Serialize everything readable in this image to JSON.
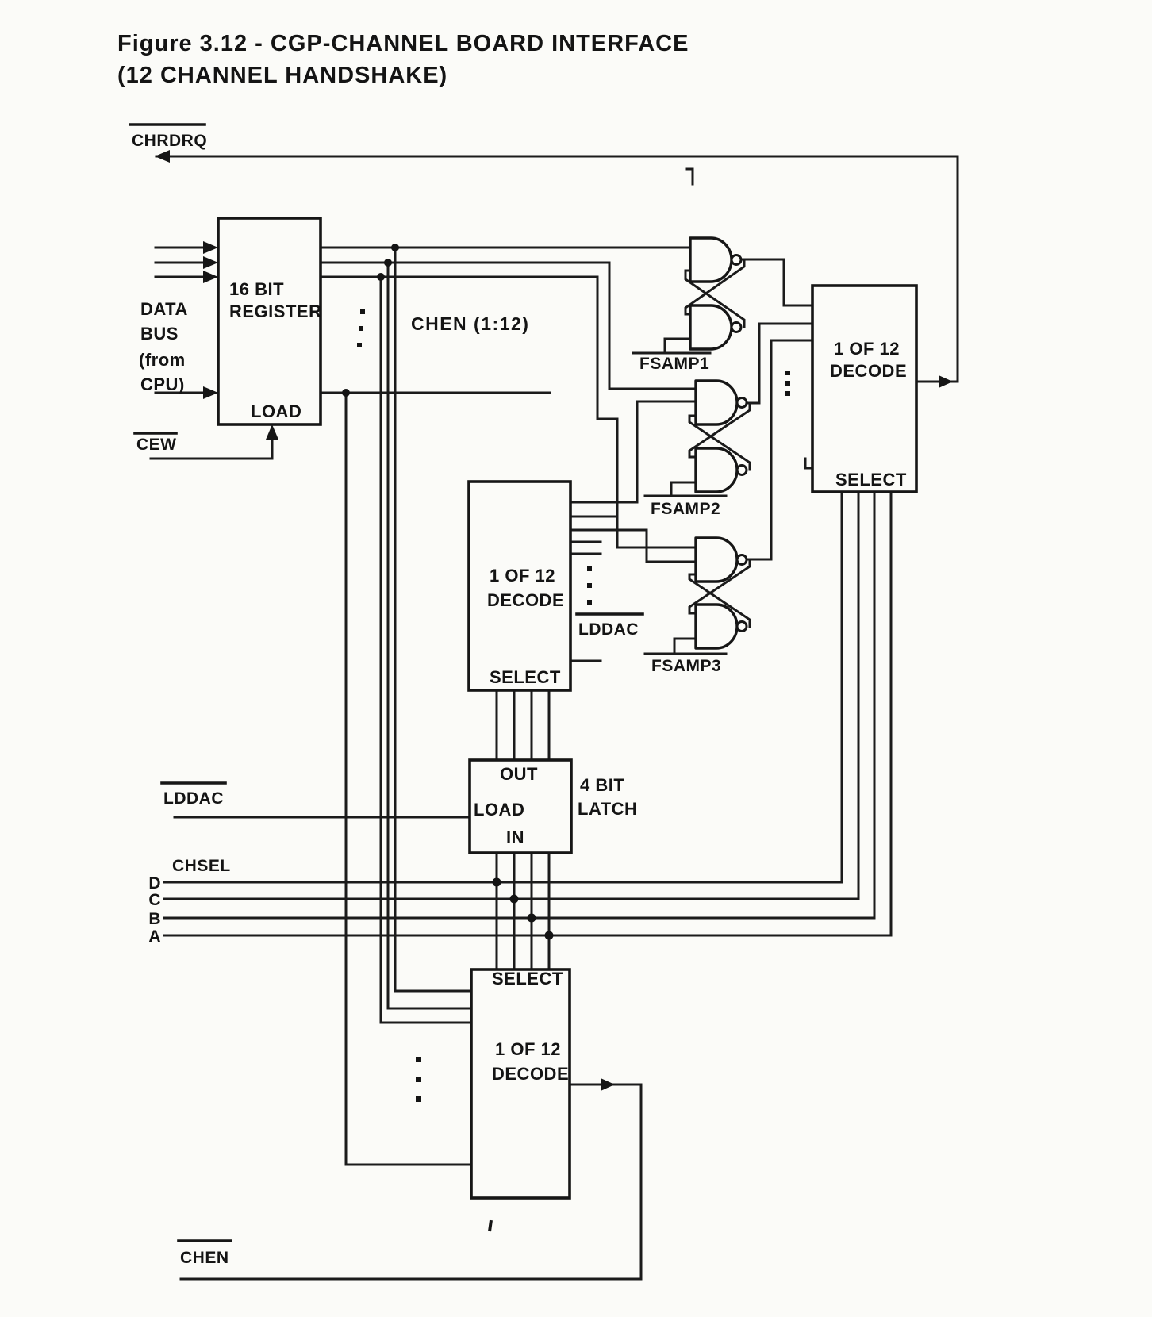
{
  "title": {
    "line1": "Figure 3.12 - CGP-CHANNEL BOARD INTERFACE",
    "line2": "(12 CHANNEL HANDSHAKE)"
  },
  "labels": {
    "chrdrq": "CHRDRQ",
    "cew": "CEW",
    "chen_bus": "CHEN (1:12)",
    "fsamp1": "FSAMP1",
    "fsamp2": "FSAMP2",
    "fsamp3": "FSAMP3",
    "lddac_mid": "LDDAC",
    "lddac_left": "LDDAC",
    "chsel": "CHSEL",
    "bit_d": "D",
    "bit_c": "C",
    "bit_b": "B",
    "bit_a": "A",
    "chen": "CHEN"
  },
  "data_bus": {
    "l1": "DATA",
    "l2": "BUS",
    "l3": "(from",
    "l4": "CPU)"
  },
  "register": {
    "l1": "16 BIT",
    "l2": "REGISTER",
    "load": "LOAD"
  },
  "decode_right": {
    "l1": "1 OF 12",
    "l2": "DECODE",
    "select": "SELECT"
  },
  "decode_mid": {
    "l1": "1 OF 12",
    "l2": "DECODE",
    "select": "SELECT"
  },
  "decode_bottom": {
    "select": "SELECT",
    "l1": "1 OF 12",
    "l2": "DECODE"
  },
  "latch": {
    "out": "OUT",
    "load": "LOAD",
    "in": "IN",
    "side1": "4 BIT",
    "side2": "LATCH"
  },
  "colors": {
    "ink": "#161616",
    "paper": "#fbfbf8"
  }
}
